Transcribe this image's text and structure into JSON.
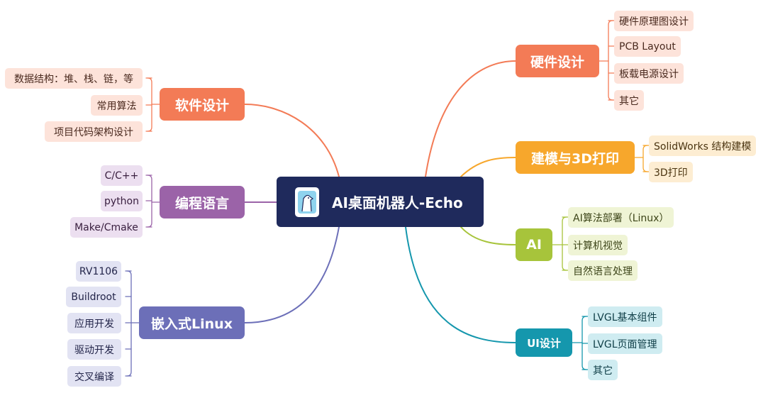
{
  "center": {
    "title": "AI桌面机器人-Echo",
    "logo_icon": "robot-logo-icon"
  },
  "branches": {
    "hardware": {
      "label": "硬件设计",
      "color": "#f37b56",
      "children": [
        "硬件原理图设计",
        "PCB Layout",
        "板载电源设计",
        "其它"
      ]
    },
    "modeling": {
      "label": "建模与3D打印",
      "color": "#f7a72c",
      "children": [
        "SolidWorks 结构建模",
        "3D打印"
      ]
    },
    "ai": {
      "label": "AI",
      "color": "#a7c43b",
      "children": [
        "AI算法部署（Linux）",
        "计算机视觉",
        "自然语言处理"
      ]
    },
    "ui": {
      "label": "UI设计",
      "color": "#1597ad",
      "children": [
        "LVGL基本组件",
        "LVGL页面管理",
        "其它"
      ]
    },
    "software": {
      "label": "软件设计",
      "color": "#f37b56",
      "children": [
        "数据结构：堆、栈、链，等",
        "常用算法",
        "项目代码架构设计"
      ]
    },
    "language": {
      "label": "编程语言",
      "color": "#9b63a8",
      "children": [
        "C/C++",
        "python",
        "Make/Cmake"
      ]
    },
    "linux": {
      "label": "嵌入式Linux",
      "color": "#6c6fb8",
      "children": [
        "RV1106",
        "Buildroot",
        "应用开发",
        "驱动开发",
        "交叉编译"
      ]
    }
  }
}
